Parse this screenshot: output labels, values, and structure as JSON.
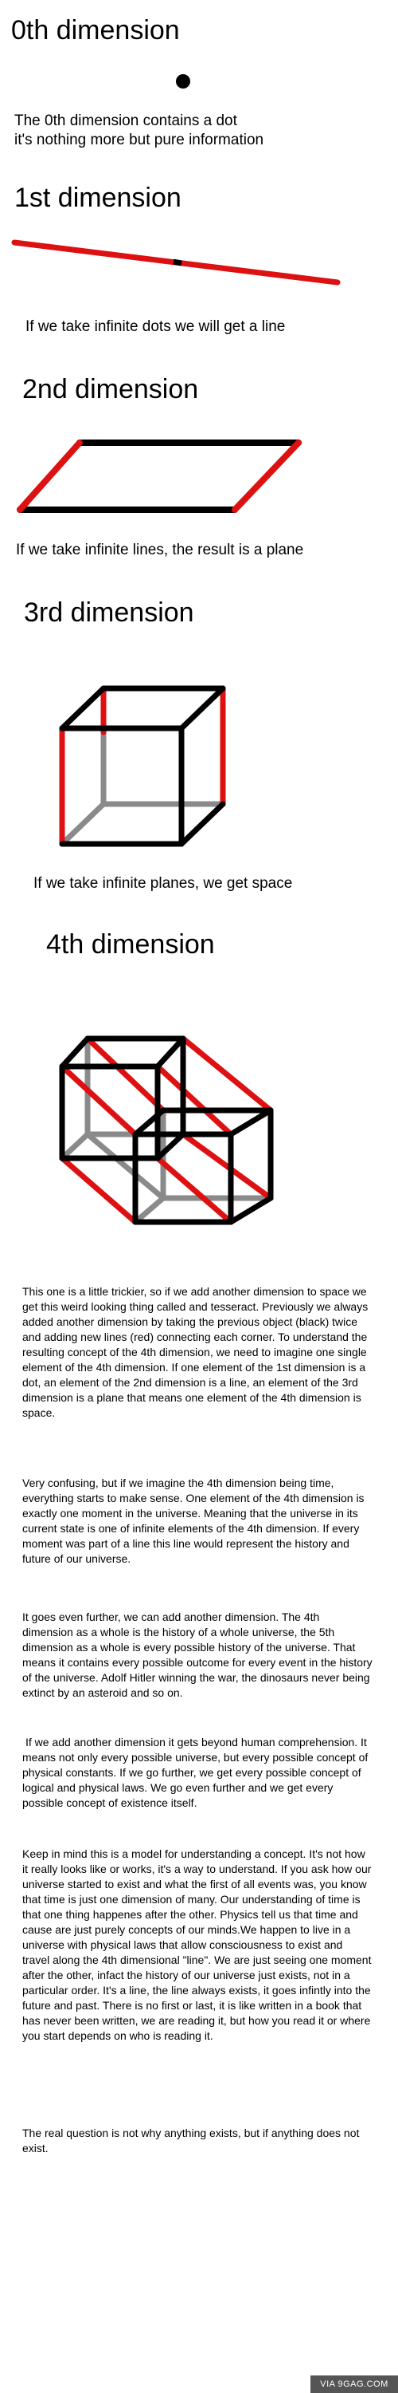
{
  "sections": {
    "d0": {
      "title": "0th dimension",
      "caption_line1": "The 0th dimension contains a dot",
      "caption_line2": "it's nothing more but pure information"
    },
    "d1": {
      "title": "1st dimension",
      "caption": "If we take infinite dots we will get a line"
    },
    "d2": {
      "title": "2nd dimension",
      "caption": "If we take infinite lines, the result is a plane"
    },
    "d3": {
      "title": "3rd dimension",
      "caption": "If we take infinite planes, we get space"
    },
    "d4": {
      "title": "4th dimension"
    }
  },
  "paragraphs": [
    "This one is a little trickier, so if we add another dimension to space we get this weird looking thing called and tesseract. Previously we always added another dimension by taking the previous object (black) twice and adding new lines (red) connecting each corner. To understand the resulting concept of the 4th dimension, we need to imagine one single element of the 4th dimension. If one element of the 1st dimension is a dot, an element of the 2nd dimension is a line, an element of the 3rd dimension is a plane that means one element of the 4th dimension is space.",
    "Very confusing, but if we imagine the 4th dimension being time, everything starts to make sense. One element of the 4th dimension is exactly one moment in the universe. Meaning that the universe in its current state is one of infinite elements of the 4th dimension. If every moment was part of a line this line would represent the history and future of our universe.",
    "It goes even further, we can add another dimension. The 4th dimension as a whole is the history of a whole universe, the 5th dimension as a whole is every possible history of the universe. That means it contains every possible outcome for every event in the history of the universe. Adolf Hitler winning the war, the dinosaurs never being extinct by an asteroid and so on.",
    "If we add another dimension it gets beyond human comprehension. It means not only every possible universe, but every possible concept of physical constants. If we go further, we get every possible concept of logical and physical laws. We go even further and we get every possible concept of existence itself.",
    "Keep in mind this is a model for understanding a concept. It's not how it really looks like or works, it's a way to understand. If you ask how our universe started to exist and what the first of all events was, you know that time is just one dimension of many. Our understanding of time is that one thing happenes after the other. Physics tell us that time and cause are just purely concepts of our minds.We happen to live in a universe with physical laws that allow consciousness to exist and travel along the 4th dimensional \"line\". We are just seeing one moment after the other, infact the history of our universe just exists, not in a particular order. It's a line, the line always exists, it goes infintly into the future and past. There is no first or last, it is like written in a book that has never been written, we are reading it, but how you read it or where you start depends on who is reading it.",
    "The real question is not why anything exists, but if anything does not exist."
  ],
  "watermark": "VIA 9GAG.COM",
  "colors": {
    "black_edge": "#000000",
    "red_edge": "#dd1111",
    "gray_edge": "#8a8a8a"
  }
}
